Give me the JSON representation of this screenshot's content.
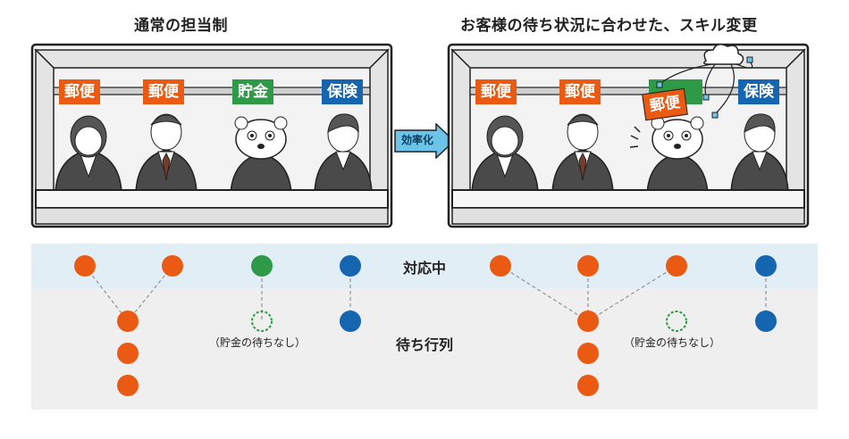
{
  "titles": {
    "left": "通常の担当制",
    "right": "お客様の待ち状況に合わせた、スキル変更"
  },
  "arrow_label": "効率化",
  "colors": {
    "postal": "#ea5a12",
    "savings": "#2e9a47",
    "insurance": "#1565b0",
    "active_band": "#e2eef6",
    "waiting_area": "#efefef"
  },
  "left_panel": {
    "signs": [
      "郵便",
      "郵便",
      "貯金",
      "保険"
    ]
  },
  "right_panel": {
    "signs": [
      "郵便",
      "郵便",
      "郵便",
      "保険"
    ],
    "changed_sign_icon": "cloud-network-icon"
  },
  "queue": {
    "active_label": "対応中",
    "waiting_label": "待ち行列",
    "no_wait_left": "（貯金の待ちなし）",
    "no_wait_right": "（貯金の待ちなし）"
  }
}
